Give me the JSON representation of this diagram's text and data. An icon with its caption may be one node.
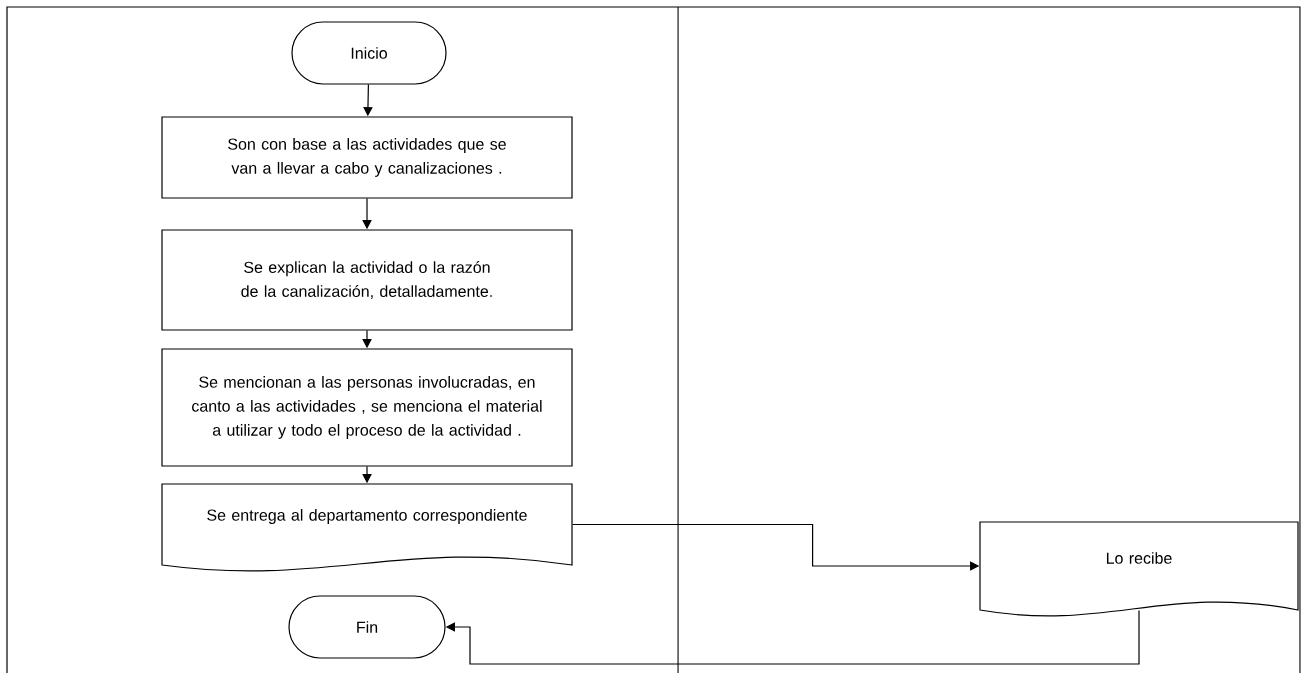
{
  "diagram": {
    "nodes": [
      {
        "text": [
          "Inicio"
        ]
      },
      {
        "text": [
          "Son con base a las actividades que se van a llevar a cabo y canalizaciones ."
        ]
      },
      {
        "text": [
          "Se explican la actividad o la razón de la canalización, detalladamente."
        ]
      },
      {
        "text": [
          "Se mencionan a las personas involucradas, en canto  a las actividades , se menciona el material a utilizar y todo el proceso de la actividad ."
        ]
      },
      {
        "text": [
          "Se entrega al departamento correspondiente"
        ]
      },
      {
        "text": [
          "Lo recibe"
        ]
      },
      {
        "text": [
          "Fin"
        ]
      }
    ],
    "edges": [
      {
        "from": 0,
        "to": 1,
        "arrow": "to"
      },
      {
        "from": 1,
        "to": 2,
        "arrow": "to"
      },
      {
        "from": 2,
        "to": 3,
        "arrow": "to"
      },
      {
        "from": 3,
        "to": 4,
        "arrow": "to"
      },
      {
        "from": 4,
        "to": 5,
        "arrow": "to"
      },
      {
        "from": 5,
        "to": 6,
        "arrow": "to"
      }
    ]
  }
}
